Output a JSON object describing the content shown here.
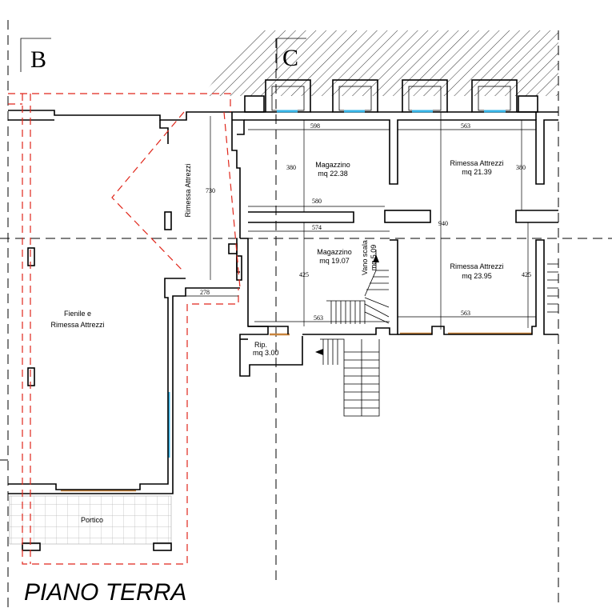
{
  "title": "PIANO TERRA",
  "sections": {
    "b": "B",
    "c": "C"
  },
  "rooms": {
    "fienile_line1": "Fienile e",
    "fienile_line2": "Rimessa Attrezzi",
    "rimessa_vertical": "Rimessa Attrezzi",
    "magazzino_top_name": "Magazzino",
    "magazzino_top_area": "mq 22.38",
    "rimessa_top_name": "Rimessa Attrezzi",
    "rimessa_top_area": "mq 21.39",
    "magazzino_bottom_name": "Magazzino",
    "magazzino_bottom_area": "mq 19.07",
    "vano_scala_name": "Vano scala",
    "vano_scala_area": "mq 5.09",
    "rimessa_bottom_name": "Rimessa Attrezzi",
    "rimessa_bottom_area": "mq 23.95",
    "rip_name": "Rip.",
    "rip_area": "mq 3.00",
    "portico": "Portico"
  },
  "dimensions": {
    "d598": "598",
    "d563_top": "563",
    "d380_left": "380",
    "d380_right": "380",
    "d730": "730",
    "d580": "580",
    "d574": "574",
    "d940": "940",
    "d425_left": "425",
    "d425_right": "425",
    "d278": "278",
    "d563_mid": "563",
    "d563_bottom": "563"
  },
  "colors": {
    "ink": "#000000",
    "outline": "#e0261a",
    "glass": "#39b6e8",
    "door": "#c8843c"
  }
}
